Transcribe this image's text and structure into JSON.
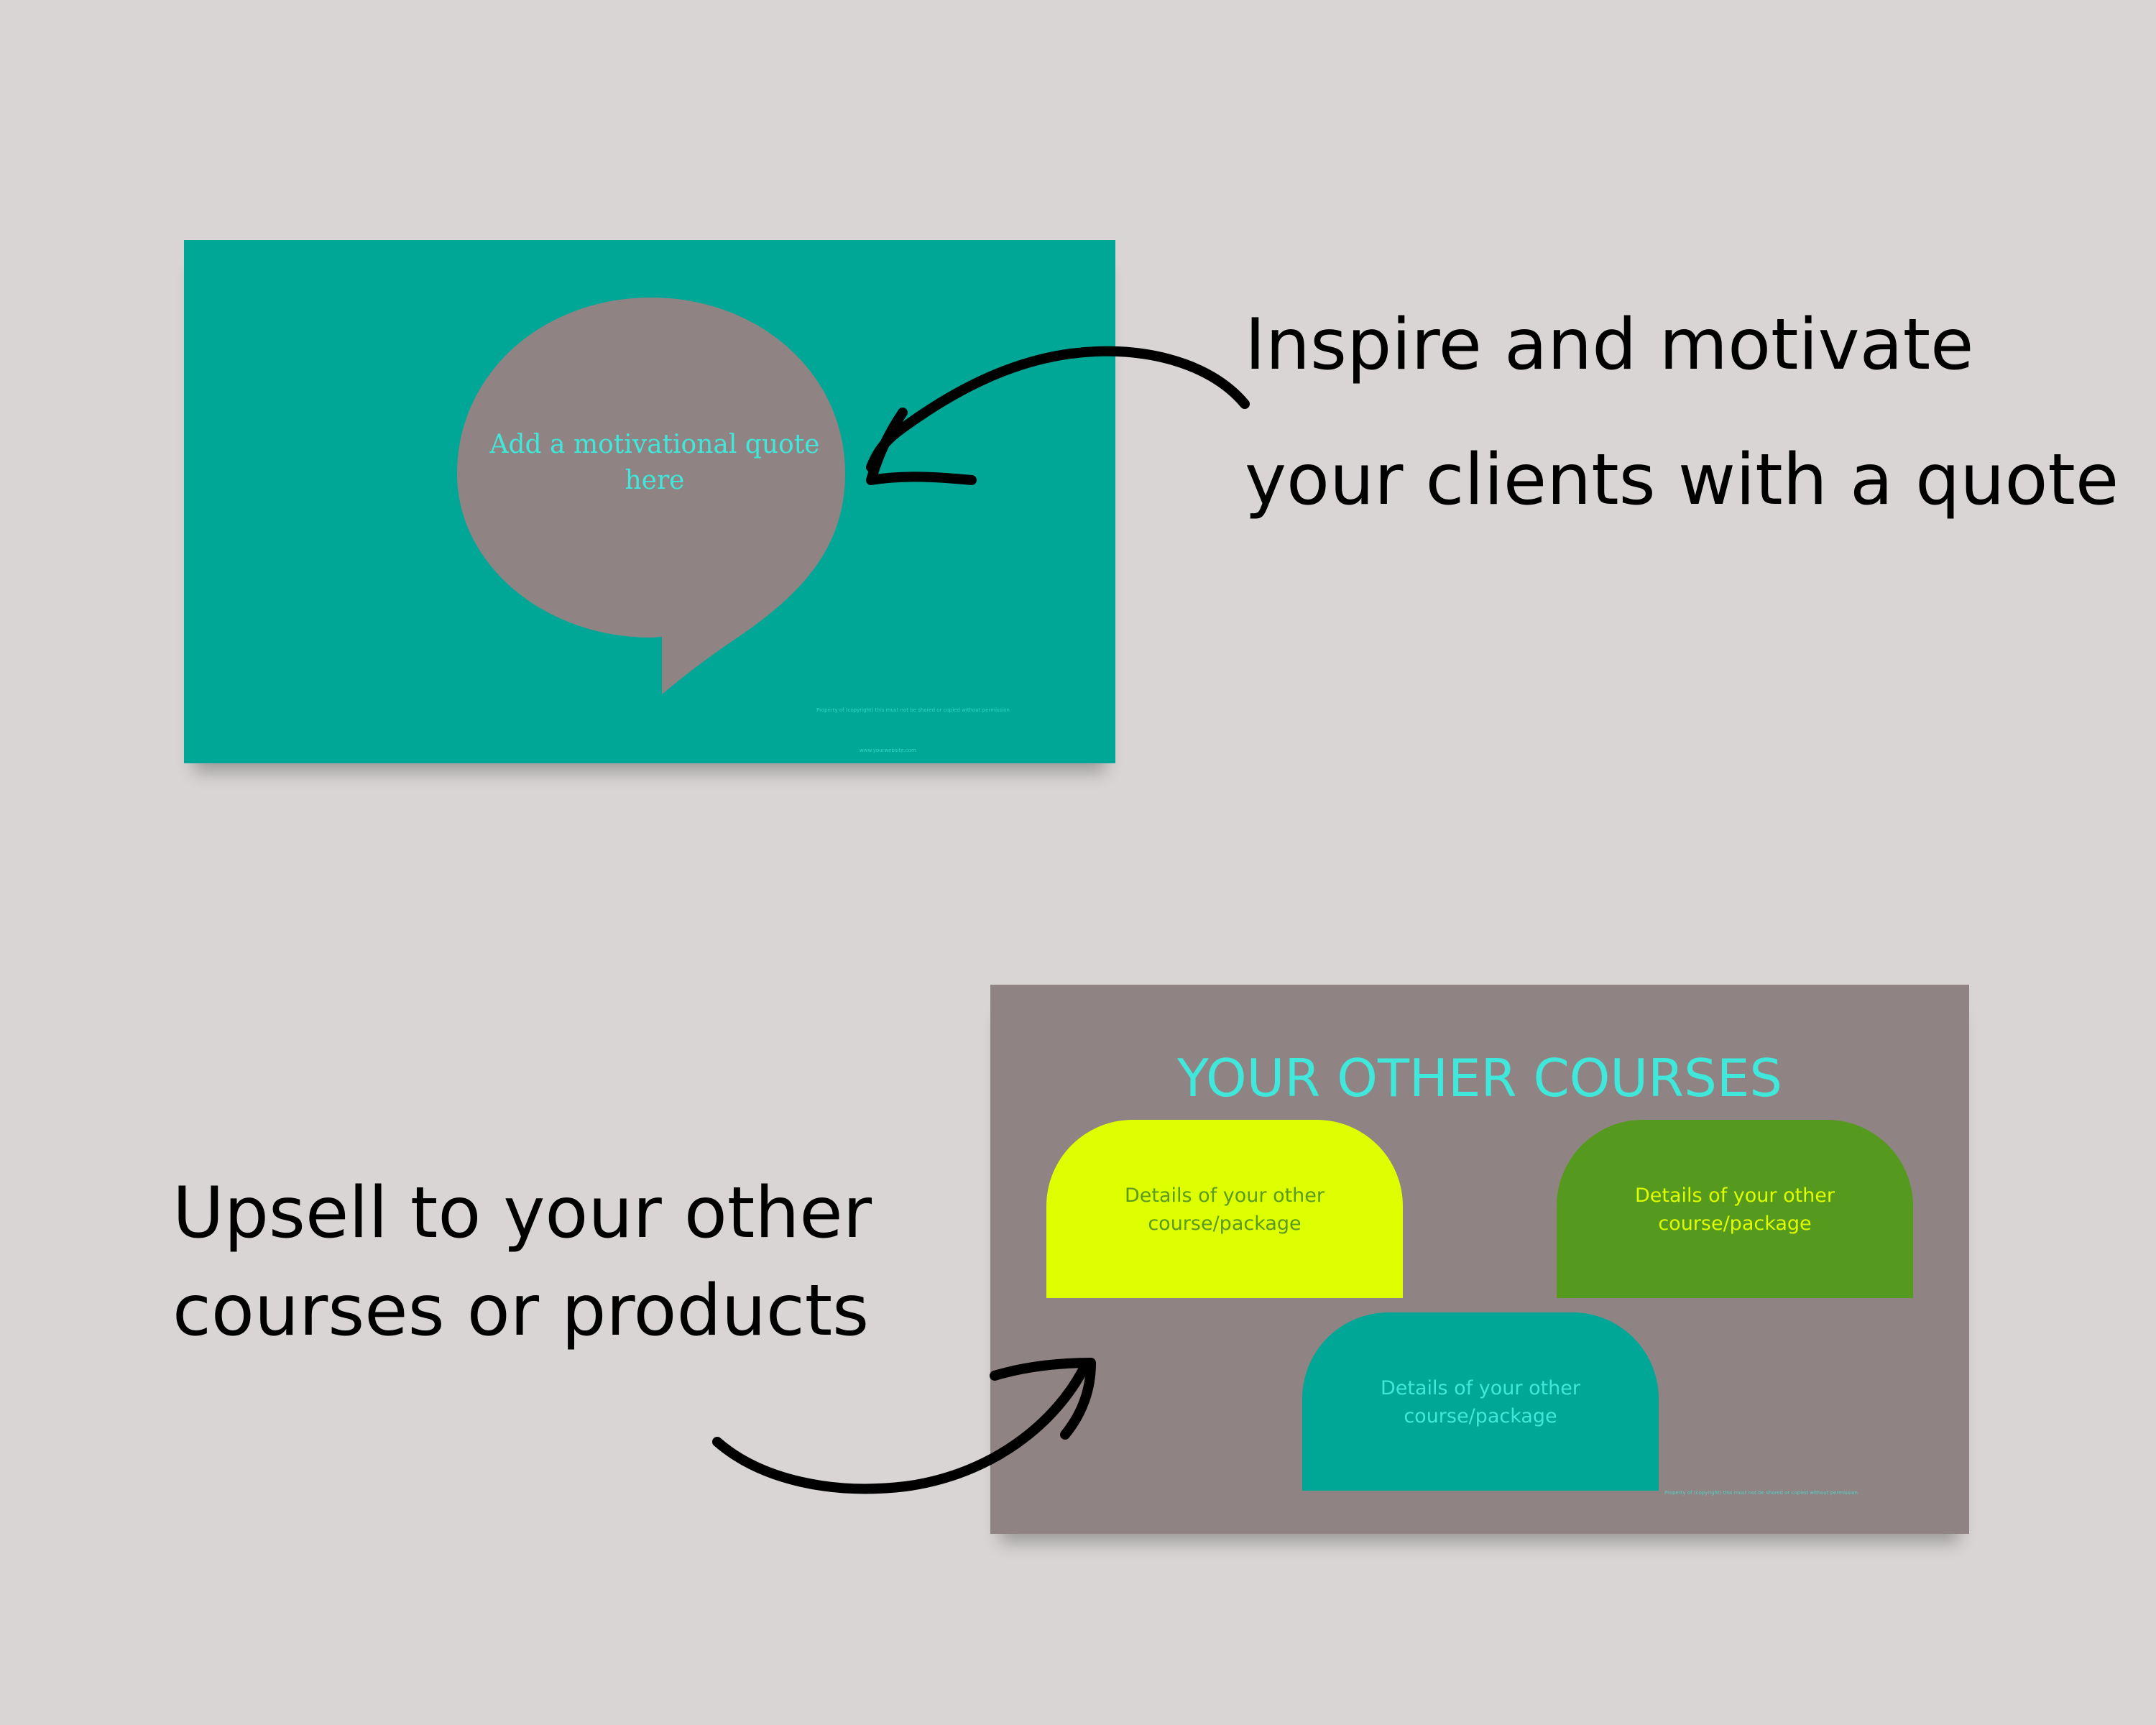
{
  "colors": {
    "page_background": "#d8d5d4",
    "teal": "#00a796",
    "taupe": "#8f8483",
    "aqua_text": "#3fe8da",
    "lime": "#ddff00",
    "green": "#55991e"
  },
  "slide1": {
    "quote_placeholder": "Add a motivational quote here",
    "fine_print_1": "Property of (copyright) this must not be shared or copied without permission",
    "fine_print_2": "www.yourwebsite.com"
  },
  "caption1": "Inspire and motivate your clients with a quote",
  "slide2": {
    "title": "YOUR OTHER COURSES",
    "cards": [
      {
        "text": "Details of your other course/package"
      },
      {
        "text": "Details of your other course/package"
      },
      {
        "text": "Details of your other course/package"
      }
    ],
    "fine_print": "Property of (copyright) this must not be shared or copied without permission"
  },
  "caption2": "Upsell to your other courses or products",
  "icons": [
    "speech-bubble-icon",
    "curved-arrow-icon"
  ]
}
